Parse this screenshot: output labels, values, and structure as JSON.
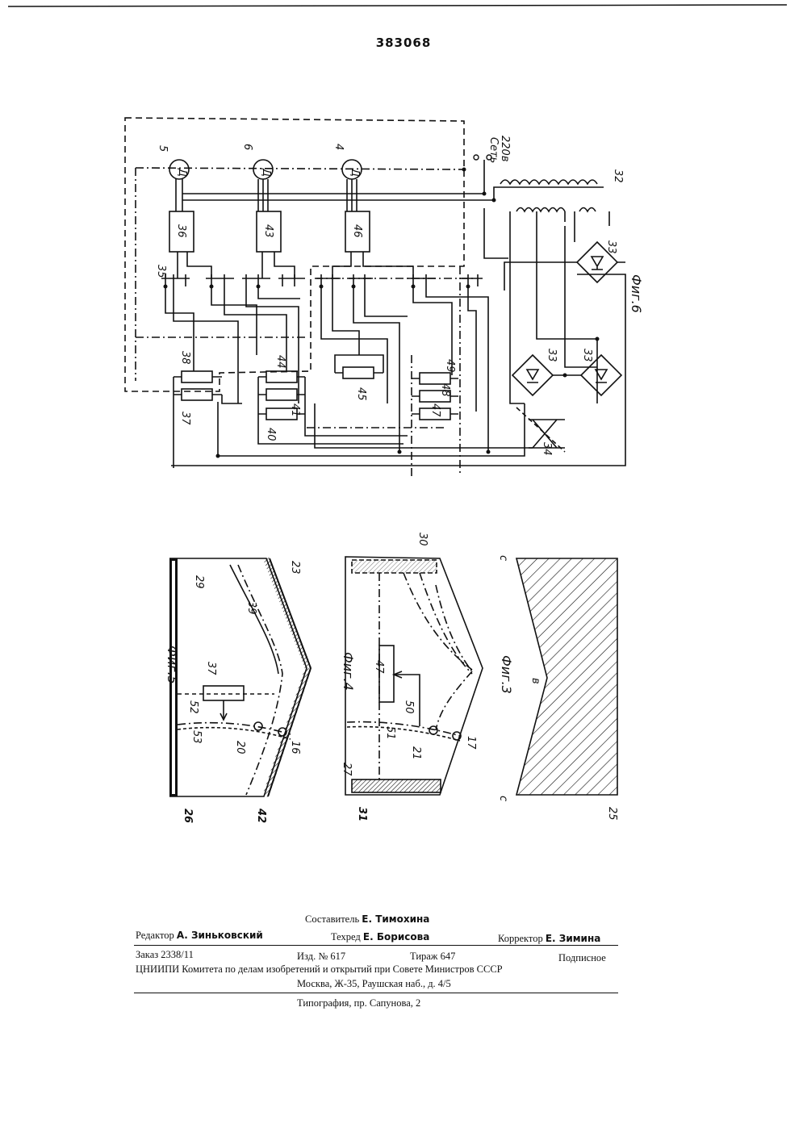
{
  "patent_number": "383068",
  "fig6": {
    "caption": "Фиг.6",
    "mains": "Сеть",
    "voltage": "220в",
    "motor_letter": "Д",
    "motors": [
      "5",
      "6",
      "4"
    ],
    "blocks": [
      "36",
      "43",
      "46"
    ],
    "labels": {
      "l35": "35",
      "l38": "38",
      "l37": "37",
      "l44": "44",
      "l41": "41",
      "l40": "40",
      "l45": "45",
      "l49": "49",
      "l48": "48",
      "l47": "47",
      "l34": "34",
      "l33a": "33",
      "l33b": "33",
      "l33c": "33",
      "l32": "32"
    }
  },
  "fig5": {
    "caption": "Фиг.5",
    "labels": {
      "l29": "29",
      "l39": "39",
      "l23": "23",
      "l37": "37",
      "l52": "52",
      "l53": "53",
      "l20": "20",
      "l16": "16",
      "l26": "26",
      "l42": "42"
    }
  },
  "fig4": {
    "caption": "Фиг.4",
    "labels": {
      "l30": "30",
      "l47": "47",
      "l50": "50",
      "l51": "51",
      "l21": "21",
      "l17": "17",
      "l27": "27",
      "l31": "31"
    }
  },
  "fig3": {
    "caption": "Фиг.3",
    "labels": {
      "c1": "с",
      "b": "в",
      "c2": "с",
      "l25": "25"
    }
  },
  "footer": {
    "compiler_role": "Составитель",
    "compiler_name": "Е. Тимохина",
    "editor_role": "Редактор",
    "editor_name": "А. Зиньковский",
    "techred_role": "Техред",
    "techred_name": "Е. Борисова",
    "corrector_role": "Корректор",
    "corrector_name": "Е. Зимина",
    "order": "Заказ 2338/11",
    "edition": "Изд. № 617",
    "circulation": "Тираж 647",
    "subscription": "Подписное",
    "institution": "ЦНИИПИ Комитета по делам изобретений и открытий при Совете Министров СССР",
    "address": "Москва, Ж-35, Раушская наб., д. 4/5",
    "printer": "Типография, пр. Сапунова, 2"
  }
}
